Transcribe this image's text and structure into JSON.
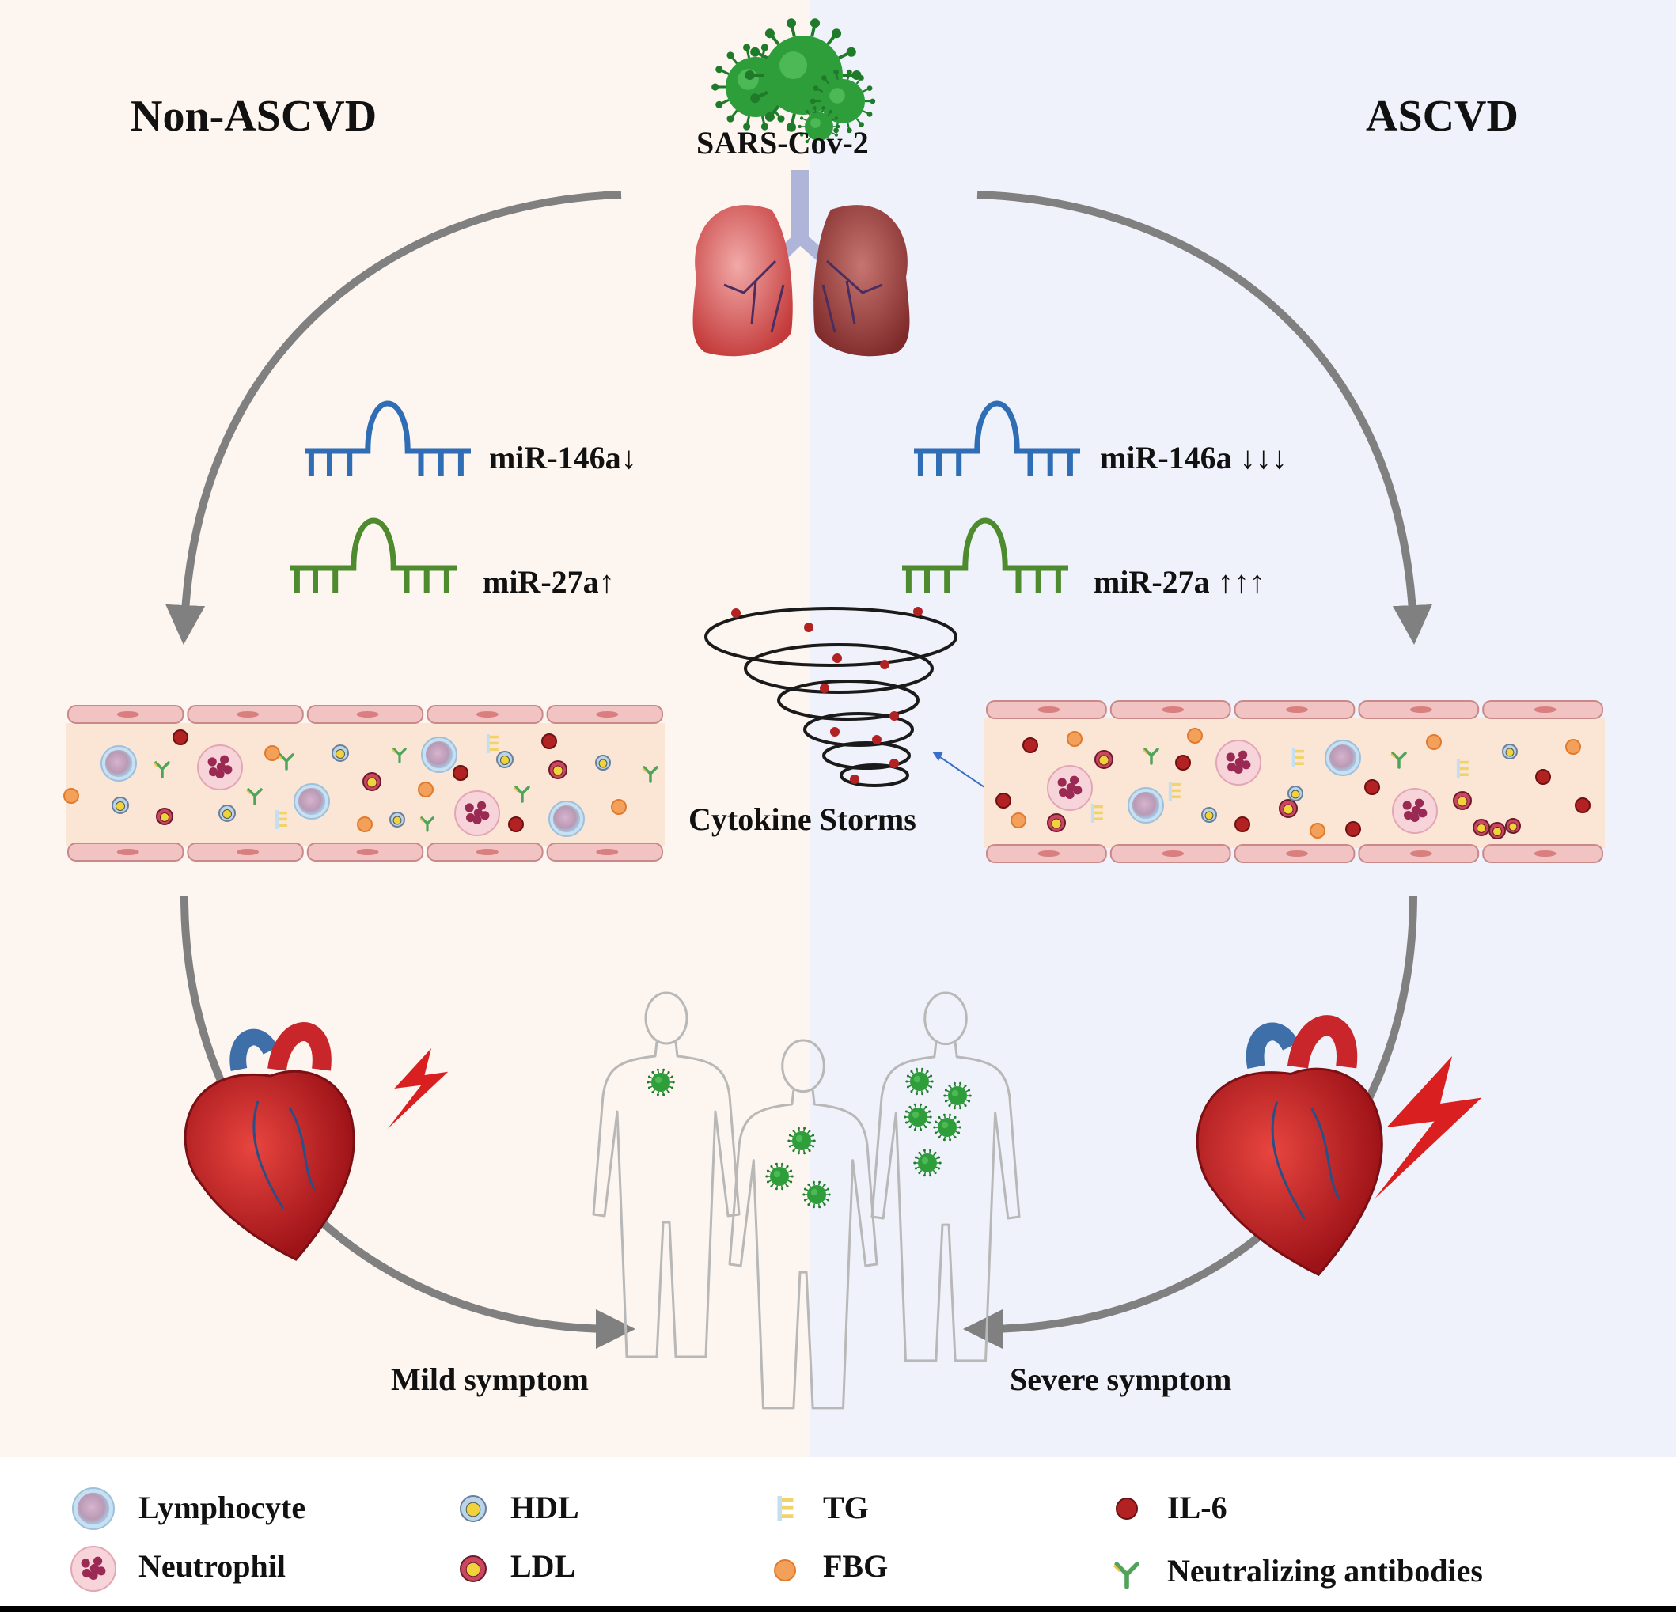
{
  "panels": {
    "left_title": "Non-ASCVD",
    "right_title": "ASCVD"
  },
  "virus_label": "SARS-Cov-2",
  "mirna": {
    "left": {
      "mir146": "miR-146a↓",
      "mir27": "miR-27a↑"
    },
    "right": {
      "mir146": "miR-146a ↓↓↓",
      "mir27": "miR-27a ↑↑↑"
    }
  },
  "storm_label": "Cytokine Storms",
  "outcomes": {
    "mild": "Mild symptom",
    "severe": "Severe symptom"
  },
  "legend": [
    {
      "icon": "lymphocyte-icon",
      "label": "Lymphocyte"
    },
    {
      "icon": "neutrophil-icon",
      "label": "Neutrophil"
    },
    {
      "icon": "hdl-icon",
      "label": "HDL"
    },
    {
      "icon": "ldl-icon",
      "label": "LDL"
    },
    {
      "icon": "tg-icon",
      "label": "TG"
    },
    {
      "icon": "fbg-icon",
      "label": "FBG"
    },
    {
      "icon": "il6-icon",
      "label": "IL-6"
    },
    {
      "icon": "antibody-icon",
      "label": "Neutralizing antibodies"
    }
  ],
  "colors": {
    "left_bg": "#fdf5ef",
    "right_bg": "#eff2fa",
    "arrow": "#808080",
    "mir146": "#2f6db5",
    "mir27": "#4e8a2e",
    "vessel_wall": "#f1c3c3",
    "vessel_lumen": "#fbe6d6",
    "il6": "#b22222",
    "fbg": "#f3a05a",
    "virus": "#2e9e3a",
    "heart": "#c8262a",
    "bolt": "#d91f1f"
  }
}
